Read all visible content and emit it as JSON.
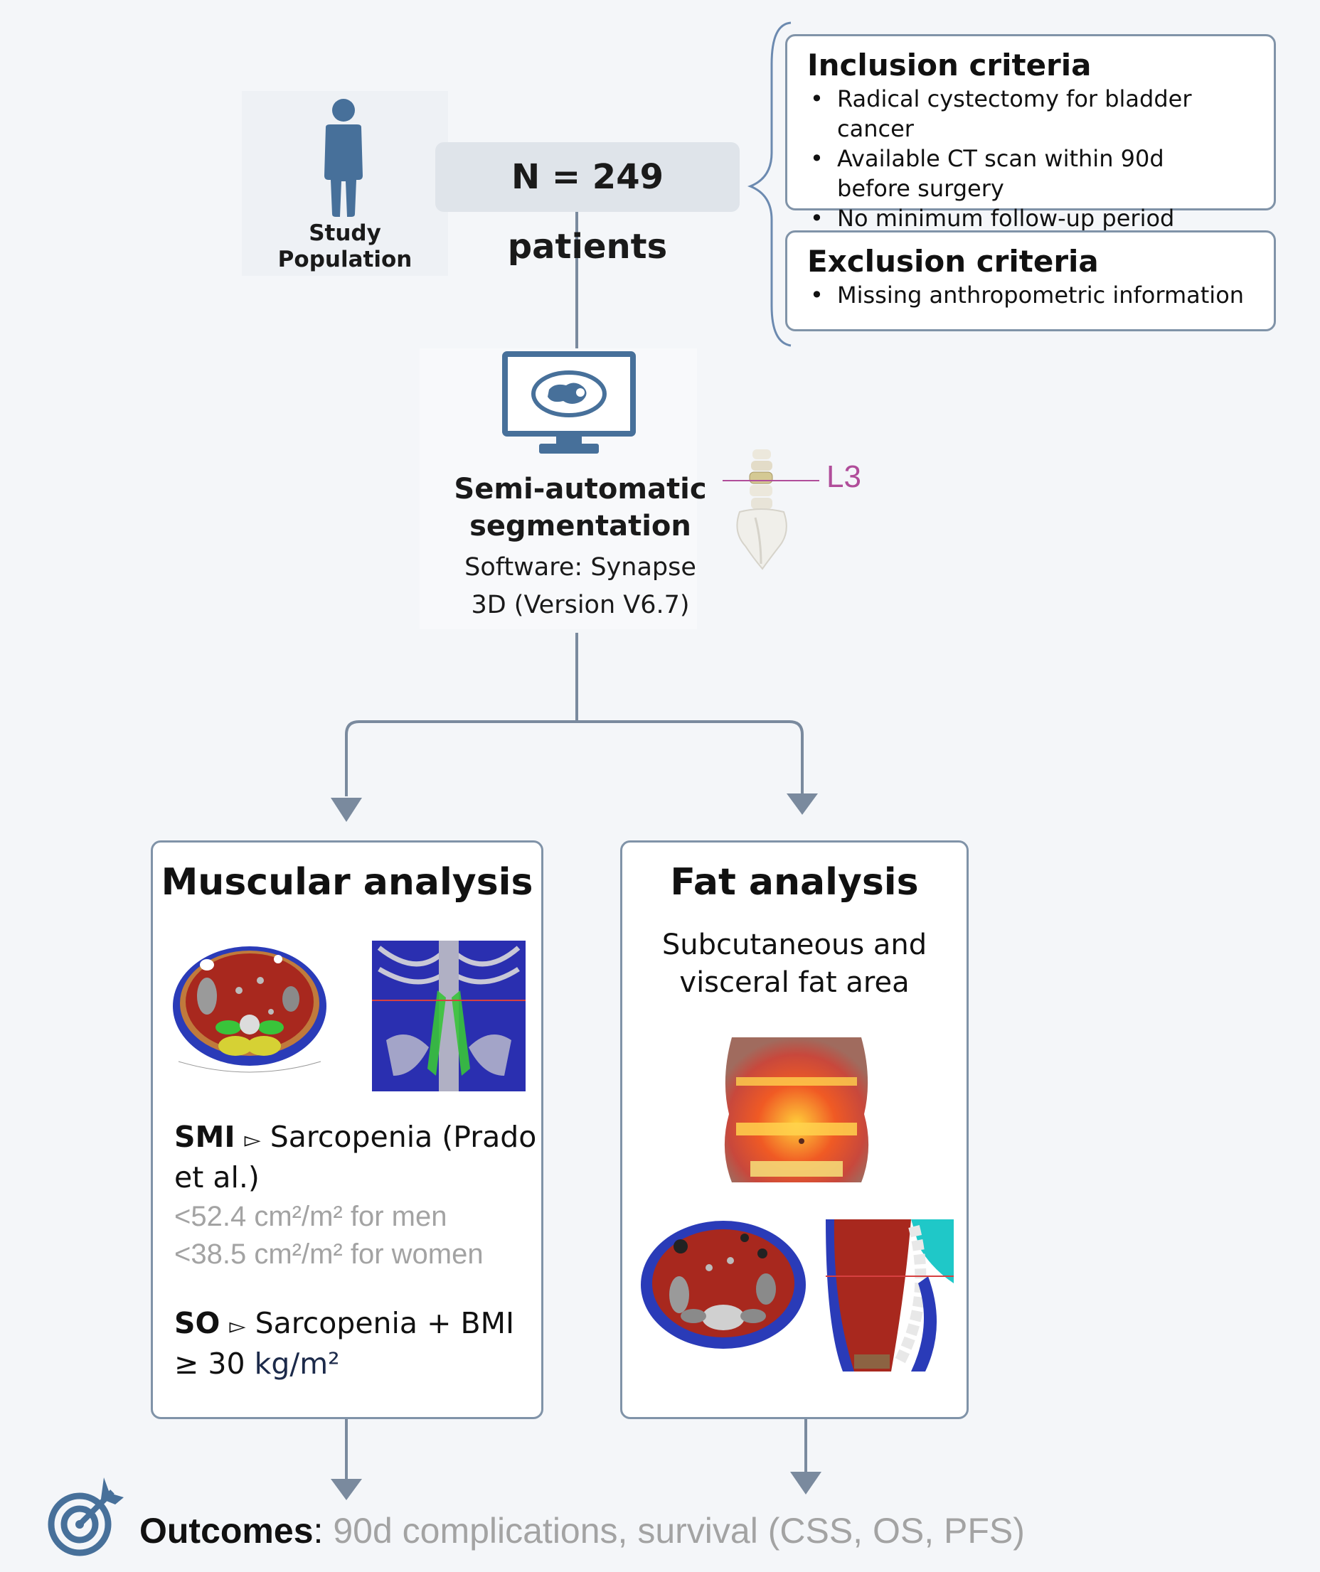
{
  "population": {
    "label_line1": "Study",
    "label_line2": "Population",
    "count": "N = 249 patients"
  },
  "inclusion": {
    "title": "Inclusion criteria",
    "items": [
      "Radical cystectomy for bladder cancer",
      "Available CT scan within 90d before surgery",
      "No minimum follow-up period"
    ]
  },
  "exclusion": {
    "title": "Exclusion criteria",
    "items": [
      "Missing anthropometric information"
    ]
  },
  "segmentation": {
    "title_line1": "Semi-automatic",
    "title_line2": "segmentation",
    "software_line1": "Software: Synapse",
    "software_line2": "3D (Version V6.7)",
    "level_label": "L3"
  },
  "muscular": {
    "title": "Muscular analysis",
    "smi_abbr": "SMI",
    "smi_arrow": "▻",
    "smi_text": "Sarcopenia (Prado et al.)",
    "threshold_men": "<52.4 cm²/m² for men",
    "threshold_women": "<38.5 cm²/m² for women",
    "so_abbr": "SO",
    "so_arrow": "▻",
    "so_text": "Sarcopenia + BMI",
    "so_threshold_prefix": "≥ 30",
    "so_threshold_unit": "kg/m²"
  },
  "fat": {
    "title": "Fat analysis",
    "subtitle_line1": "Subcutaneous and",
    "subtitle_line2": "visceral fat area"
  },
  "outcomes": {
    "label": "Outcomes",
    "separator": ":",
    "text": "90d complications, survival (CSS, OS, PFS)"
  },
  "colors": {
    "icon_blue": "#47709a",
    "box_border": "#8093a8",
    "level_line": "#b04d9a",
    "muscle_red": "#a8281e",
    "fat_blue": "#2a3bb8",
    "muscle_green": "#39c43a"
  }
}
